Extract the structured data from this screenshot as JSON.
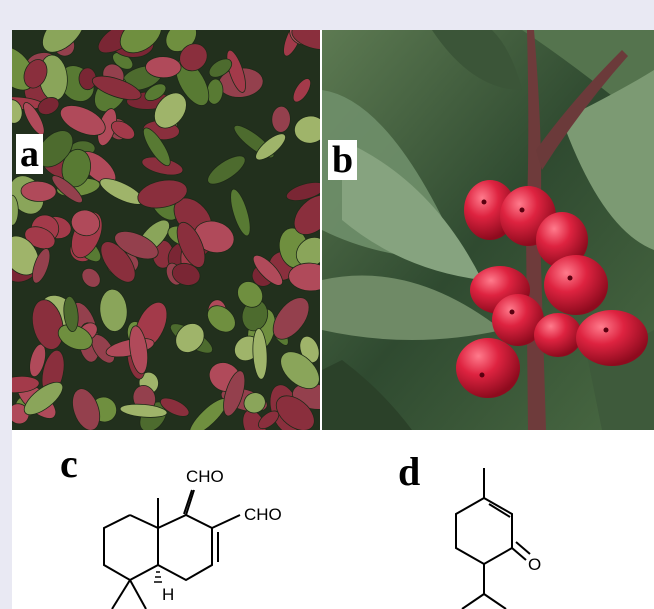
{
  "panels": {
    "a": {
      "label": "a",
      "subject": "plant-with-red-green-leaves"
    },
    "b": {
      "label": "b",
      "subject": "plant-with-red-berries"
    }
  },
  "structures": {
    "c": {
      "label": "c",
      "group_top": "CHO",
      "group_right": "CHO",
      "stereo_h": "H"
    },
    "d": {
      "label": "d",
      "carbonyl_o": "O"
    }
  },
  "colors": {
    "background": "#e9e9f3",
    "leaf_red": "#8a2f3d",
    "leaf_green": "#6f8f3f",
    "berry_red": "#d8213a"
  }
}
